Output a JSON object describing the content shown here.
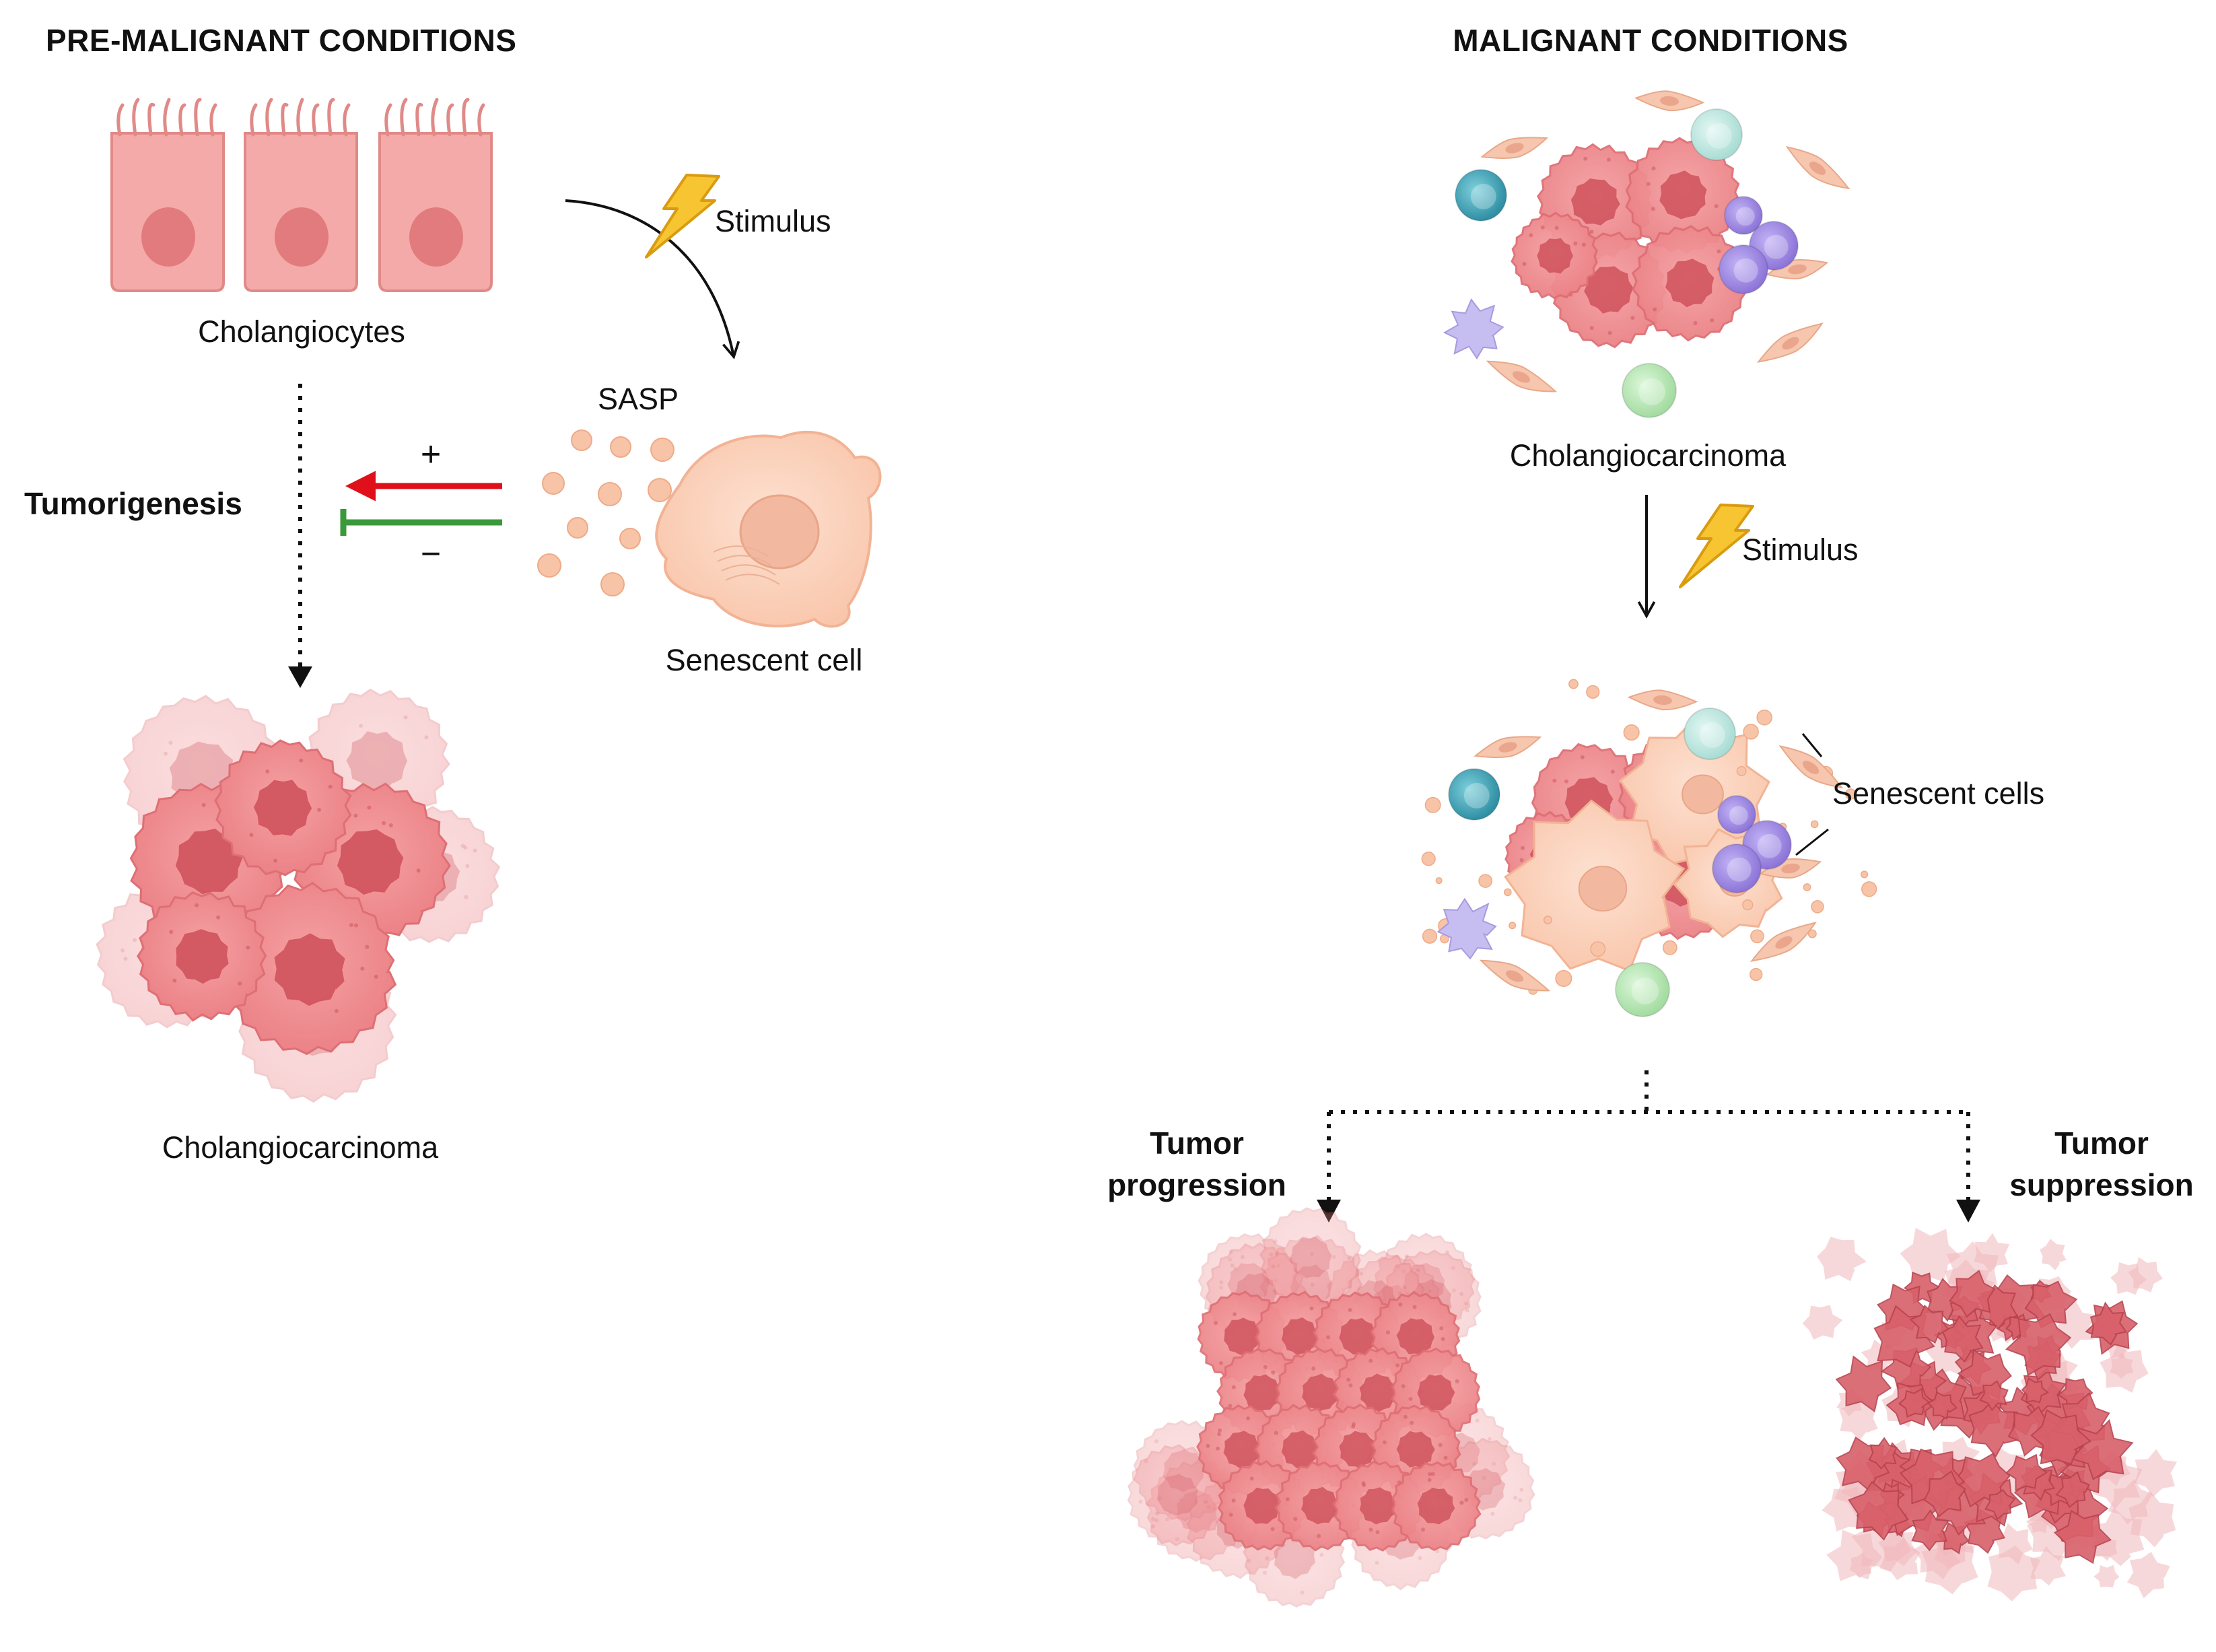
{
  "colors": {
    "cholangiocyte_fill": "#f4aaa8",
    "cholangiocyte_stroke": "#e08a88",
    "nucleus": "#e27b7d",
    "tumor_fill": "#ef8f92",
    "tumor_stroke": "#de6f74",
    "tumor_nucleus": "#cf525c",
    "senescent_fill": "#fcd3be",
    "senescent_stroke": "#f2b395",
    "sasp_particle": "#f8c4a8",
    "stimulus_bolt": "#f7c531",
    "stimulus_outline": "#d99b10",
    "promote_arrow": "#e0101a",
    "inhibit_arrow": "#3a9a3a",
    "fibroblast": "#f6c6ae",
    "immune_teal": "#3a9fb2",
    "immune_mint": "#bfe8e1",
    "immune_purple": "#a08be0",
    "immune_green": "#b5e8b3",
    "dendritic": "#c6bdf0",
    "suppressed_tumor": "#d8606a"
  },
  "left_panel": {
    "title": "PRE-MALIGNANT CONDITIONS",
    "cholangiocytes_label": "Cholangiocytes",
    "stimulus_label": "Stimulus",
    "sasp_label": "SASP",
    "senescent_cell_label": "Senescent cell",
    "tumorigenesis_label": "Tumorigenesis",
    "plus_sign": "+",
    "minus_sign": "−",
    "cholangiocarcinoma_label": "Cholangiocarcinoma"
  },
  "right_panel": {
    "title": "MALIGNANT CONDITIONS",
    "cholangiocarcinoma_label": "Cholangiocarcinoma",
    "stimulus_label": "Stimulus",
    "senescent_cells_label": "Senescent cells",
    "tumor_progression_line1": "Tumor",
    "tumor_progression_line2": "progression",
    "tumor_suppression_line1": "Tumor",
    "tumor_suppression_line2": "suppression"
  }
}
